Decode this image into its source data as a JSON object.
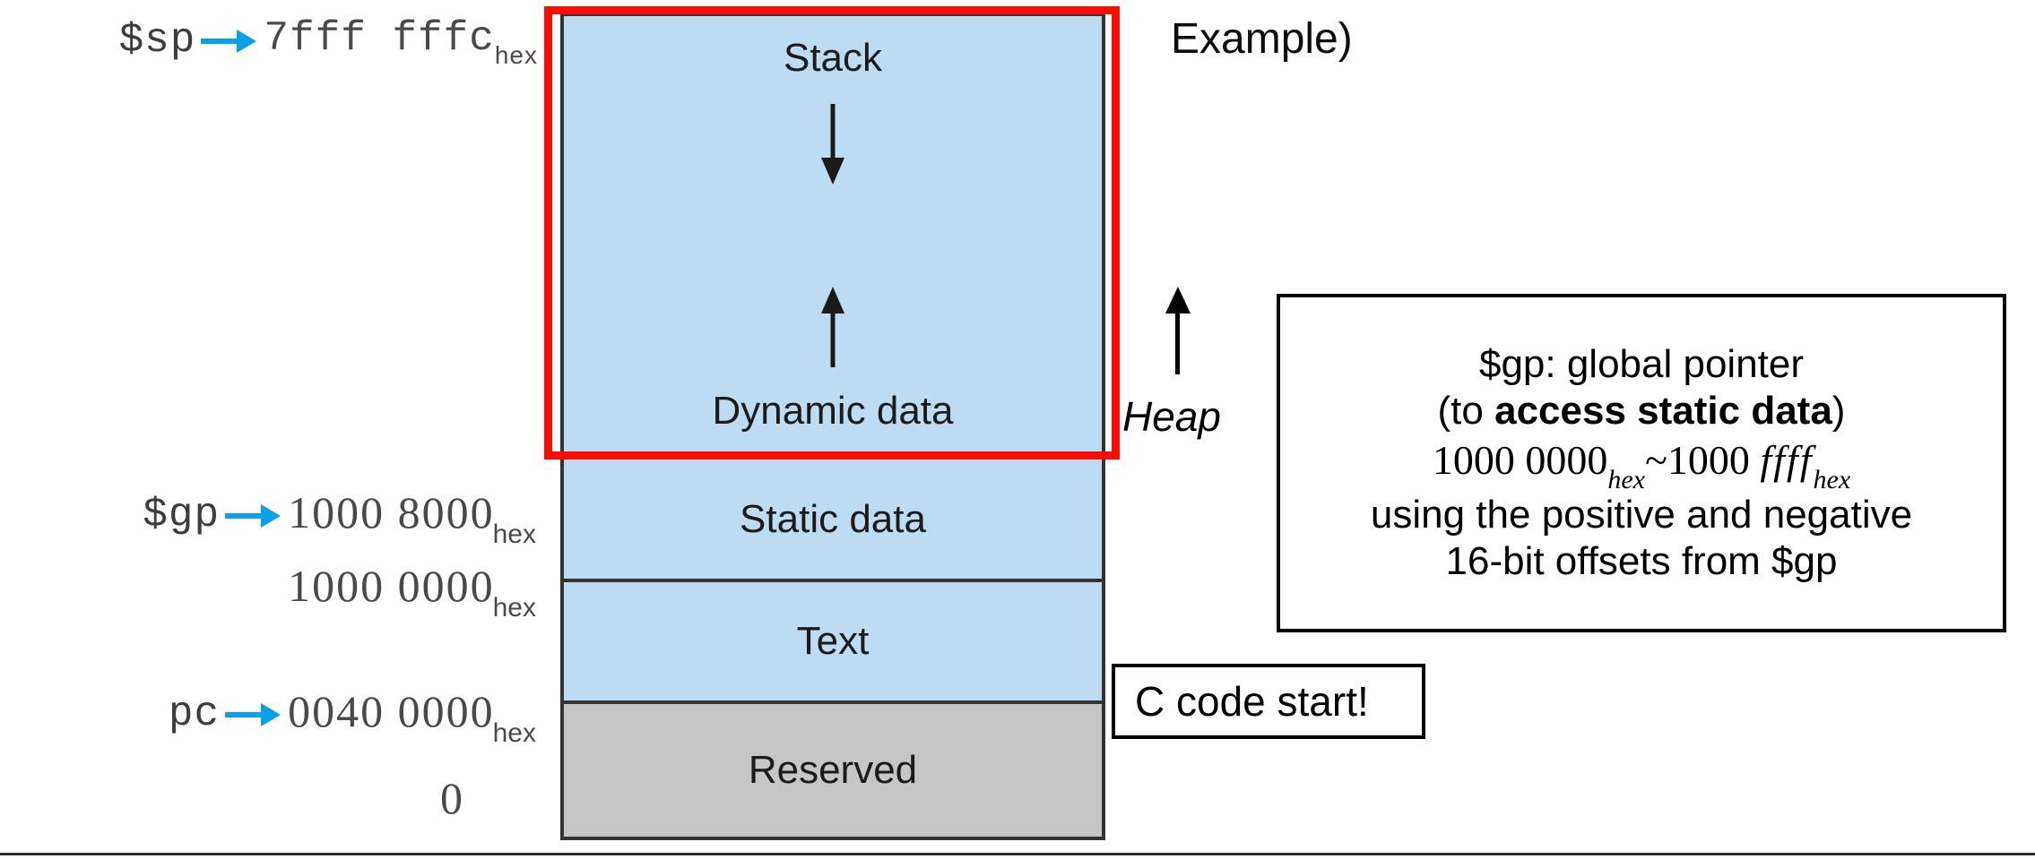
{
  "slide": {
    "example_label": "Example)"
  },
  "address_labels": [
    {
      "register": "$sp",
      "has_arrow": true,
      "value": "7fff fffc",
      "subscript": "hex",
      "style": "mono"
    },
    {
      "register": "$gp",
      "has_arrow": true,
      "value": "1000 8000",
      "subscript": "hex",
      "style": "serif"
    },
    {
      "register": "",
      "has_arrow": false,
      "value": "1000 0000",
      "subscript": "hex",
      "style": "serif"
    },
    {
      "register": "pc",
      "has_arrow": true,
      "value": "0040 0000",
      "subscript": "hex",
      "style": "serif"
    },
    {
      "register": "",
      "has_arrow": false,
      "value": "0",
      "subscript": "",
      "style": "serif"
    }
  ],
  "memory_map": {
    "segments": [
      {
        "id": "stack",
        "label": "Stack",
        "fill": "#bddcf1"
      },
      {
        "id": "dynamic",
        "label": "Dynamic data",
        "fill": "#bddcf1"
      },
      {
        "id": "static",
        "label": "Static data",
        "fill": "#bddcf1"
      },
      {
        "id": "text",
        "label": "Text",
        "fill": "#bddcf1"
      },
      {
        "id": "reserved",
        "label": "Reserved",
        "fill": "#c6c6c6"
      }
    ],
    "arrows": [
      {
        "id": "stack-grows-down",
        "direction": "down"
      },
      {
        "id": "dynamic-grows-up",
        "direction": "up"
      }
    ],
    "highlight_color": "#fc0d00",
    "border_color": "#333333"
  },
  "heap": {
    "label": "Heap",
    "arrow_direction": "up"
  },
  "gp_callout": {
    "line1": "$gp: global pointer",
    "line2_prefix": "(to ",
    "line2_bold": "access static data",
    "line2_suffix": ")",
    "range_start": "1000 0000",
    "range_start_sub": "hex",
    "range_separator": "~",
    "range_end_prefix": "1000 ",
    "range_end_f": "ffff",
    "range_end_sub": "hex",
    "line4": "using the positive and negative",
    "line5": "16-bit offsets from $gp"
  },
  "c_code_note": {
    "label": "C code start!"
  },
  "colors": {
    "pointer_arrow": "#0aa0e8",
    "segment_blue": "#bddcf1",
    "segment_gray": "#c6c6c6",
    "highlight_red": "#fc0d00"
  }
}
